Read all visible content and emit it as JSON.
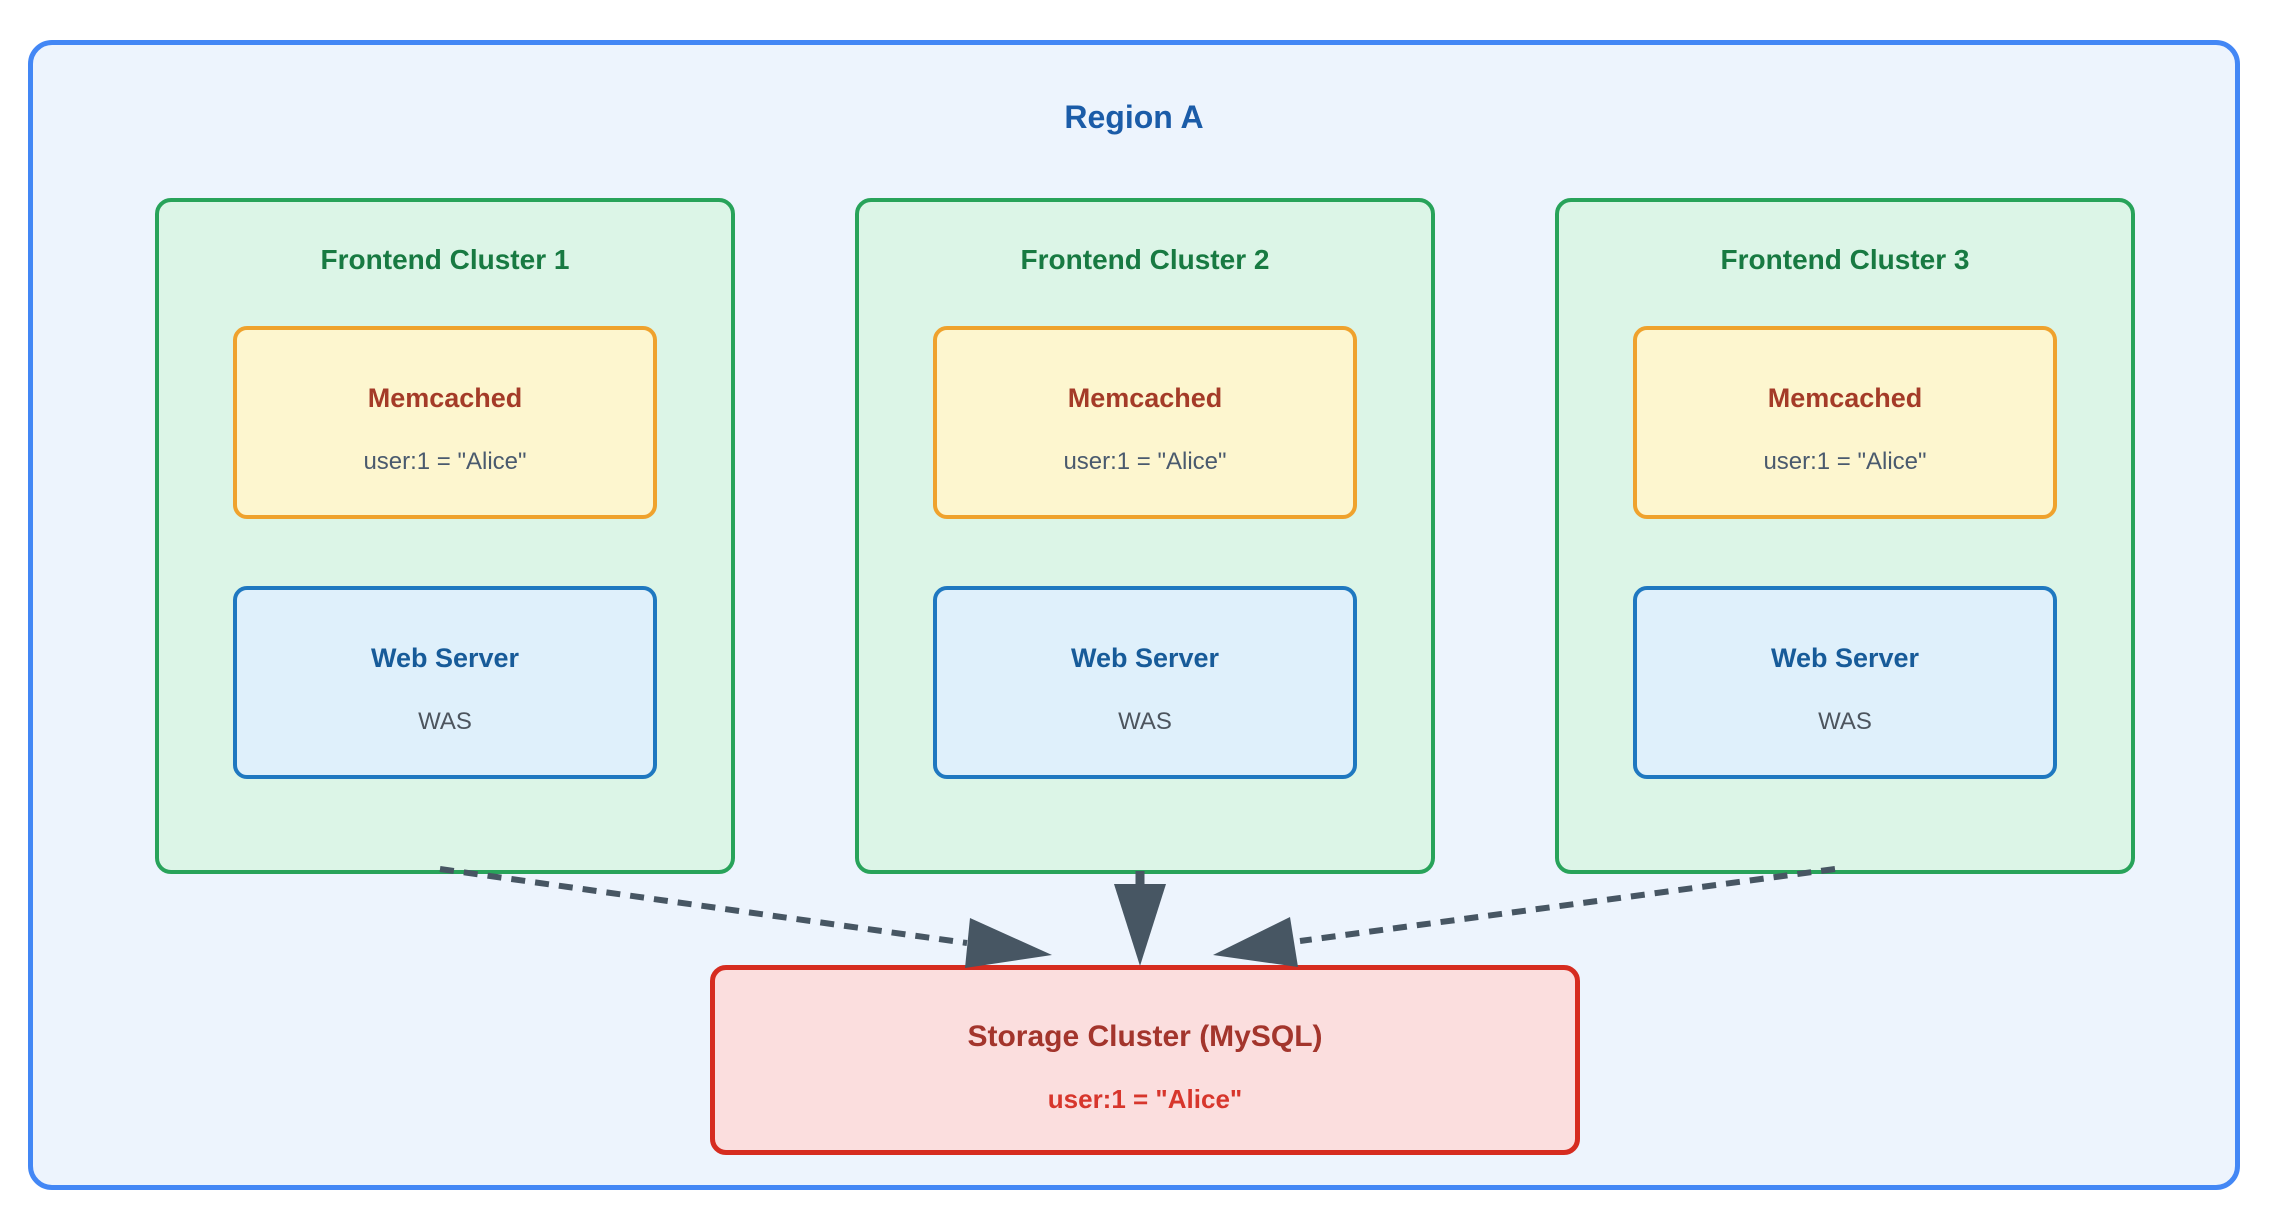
{
  "region": {
    "title": "Region A"
  },
  "clusters": [
    {
      "title": "Frontend Cluster 1",
      "memcached": {
        "title": "Memcached",
        "value": "user:1 = \"Alice\""
      },
      "webserver": {
        "title": "Web Server",
        "value": "WAS"
      }
    },
    {
      "title": "Frontend Cluster 2",
      "memcached": {
        "title": "Memcached",
        "value": "user:1 = \"Alice\""
      },
      "webserver": {
        "title": "Web Server",
        "value": "WAS"
      }
    },
    {
      "title": "Frontend Cluster 3",
      "memcached": {
        "title": "Memcached",
        "value": "user:1 = \"Alice\""
      },
      "webserver": {
        "title": "Web Server",
        "value": "WAS"
      }
    }
  ],
  "storage": {
    "title": "Storage Cluster (MySQL)",
    "value": "user:1 = \"Alice\""
  },
  "colors": {
    "outer-border": "#4387f5",
    "outer-bg": "#edf4fd",
    "region-title": "#1b5ca8",
    "green-border": "#28a35a",
    "green-bg": "#dcf5e7",
    "green-title": "#187a42",
    "yellow-border": "#efa22d",
    "yellow-bg": "#fdf6cf",
    "yellow-title": "#a43b28",
    "node-value": "#4a5a6e",
    "was-value": "#4d555e",
    "blue-border": "#1f78c0",
    "blue-bg": "#dff0fb",
    "blue-title": "#175b99",
    "red-border": "#d62c20",
    "red-bg": "#fbdede",
    "red-title": "#a3352c",
    "red-value": "#d7362c",
    "arrow": "#475663"
  }
}
